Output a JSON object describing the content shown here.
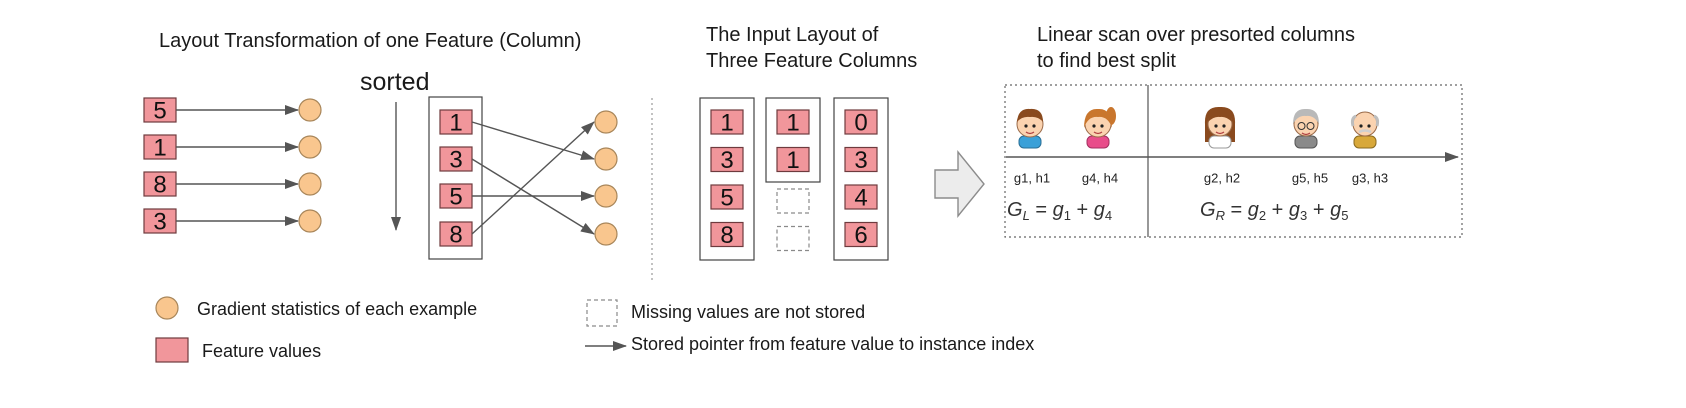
{
  "colors": {
    "feature_fill": "#f1969b",
    "feature_stroke": "#6e3b3e",
    "circle_fill": "#f9c68e",
    "circle_stroke": "#a8865a",
    "arrow": "#555555",
    "box_stroke": "#444444",
    "missing_stroke": "#8a8a8a",
    "divider": "#9a9a9a",
    "big_arrow_fill": "#ececec"
  },
  "panel_transform": {
    "title": "Layout Transformation of one Feature (Column)",
    "sorted_label": "sorted",
    "unsorted_values": [
      "5",
      "1",
      "8",
      "3"
    ],
    "sorted_values": [
      "1",
      "3",
      "5",
      "8"
    ],
    "pointer_targets": [
      1,
      3,
      2,
      0
    ]
  },
  "panel_input": {
    "title_line1": "The Input Layout of",
    "title_line2": "Three Feature Columns",
    "columns": [
      {
        "values": [
          "1",
          "3",
          "5",
          "8"
        ],
        "missing": 0
      },
      {
        "values": [
          "1",
          "1"
        ],
        "missing": 2
      },
      {
        "values": [
          "0",
          "3",
          "4",
          "6"
        ],
        "missing": 0
      }
    ]
  },
  "panel_scan": {
    "title_line1": "Linear scan over presorted columns",
    "title_line2": "to find best split",
    "people": [
      {
        "icon": "boy-icon",
        "label": "g1, h1"
      },
      {
        "icon": "girl-icon",
        "label": "g4, h4"
      },
      {
        "icon": "woman-icon",
        "label": "g2, h2"
      },
      {
        "icon": "grandma-icon",
        "label": "g5, h5"
      },
      {
        "icon": "grandpa-icon",
        "label": "g3, h3"
      }
    ],
    "left_formula": "G_L = g_1 + g_4",
    "right_formula": "G_R = g_2 + g_3 + g_5"
  },
  "legend": {
    "gradient": "Gradient statistics of each example",
    "feature": "Feature values",
    "missing": "Missing values are not stored",
    "pointer": "Stored pointer from feature value to instance index"
  }
}
